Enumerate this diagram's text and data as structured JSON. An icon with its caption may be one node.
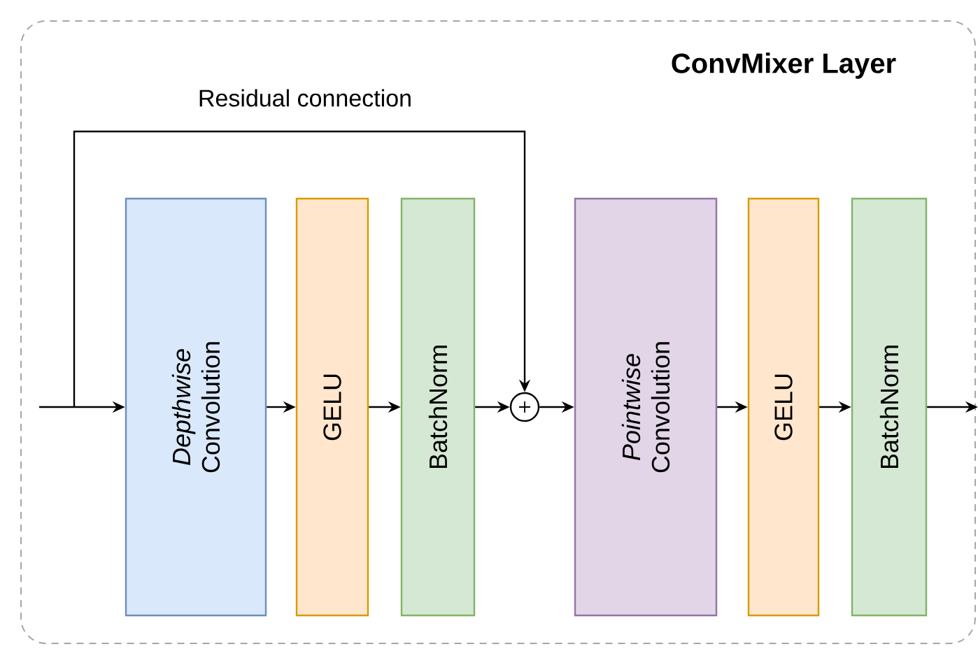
{
  "diagram": {
    "nodes": [
      {
        "text": [
          "ConvMixer Layer"
        ]
      },
      {
        "text": [
          "*Depthwise* Convolution"
        ],
        "in": 0
      },
      {
        "text": [
          "GELU"
        ],
        "in": 0
      },
      {
        "text": [
          "BatchNorm"
        ],
        "in": 0
      },
      {
        "text": [],
        "shape": "circle",
        "in": 0
      },
      {
        "text": [
          "*Pointwise* Convolution"
        ],
        "in": 0
      },
      {
        "text": [
          "GELU"
        ],
        "in": 0
      },
      {
        "text": [
          "BatchNorm"
        ],
        "in": 0
      }
    ],
    "edges": [
      {
        "from": null,
        "to": 1,
        "arrow": "to"
      },
      {
        "from": 1,
        "to": 2,
        "arrow": "to"
      },
      {
        "from": 2,
        "to": 3,
        "arrow": "to"
      },
      {
        "from": 3,
        "to": 4,
        "arrow": "to"
      },
      {
        "from": 4,
        "to": 5,
        "arrow": "to"
      },
      {
        "from": 5,
        "to": 6,
        "arrow": "to"
      },
      {
        "from": 6,
        "to": 7,
        "arrow": "to"
      },
      {
        "from": 7,
        "to": null,
        "arrow": "to"
      },
      {
        "from": null,
        "to": 4,
        "arrow": "to",
        "label": "Residual connection"
      }
    ]
  }
}
